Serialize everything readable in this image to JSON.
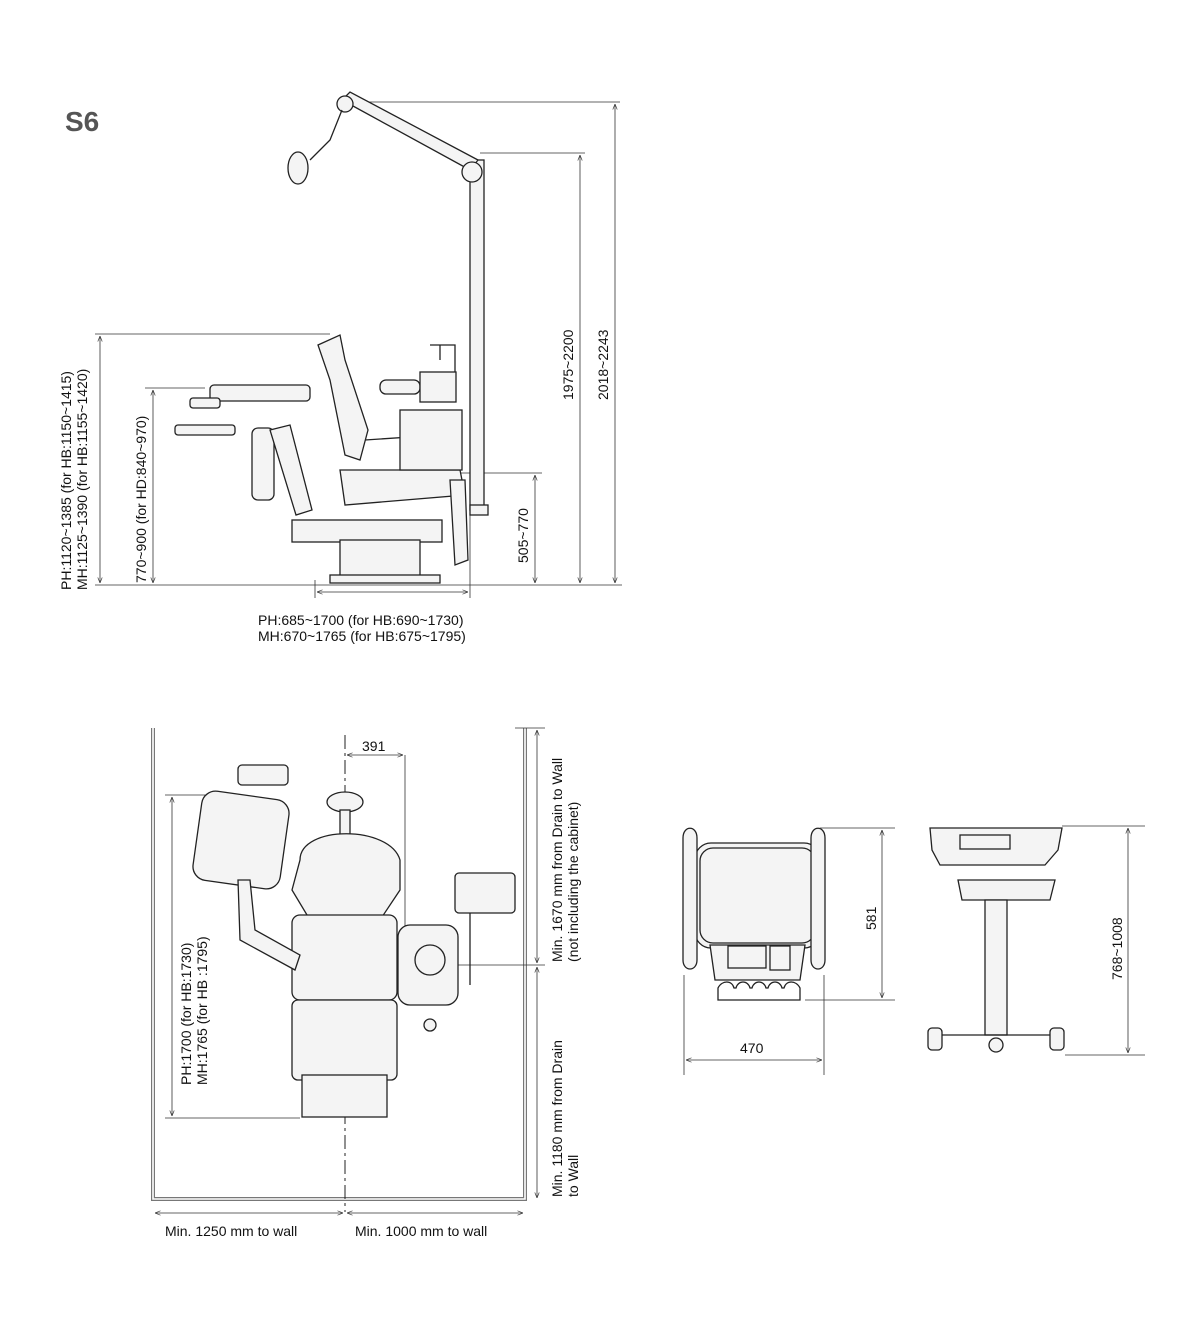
{
  "title": "S6",
  "side_view": {
    "height_patient_chair": [
      "PH:1120~1385 (for HB:1150~1415)",
      "MH:1125~1390 (for HB:1155~1420)"
    ],
    "height_tray": "770~900 (for HD:840~970)",
    "height_cuspidor": "505~770",
    "height_pole": "1975~2200",
    "height_light": "2018~2243",
    "depth": [
      "PH:685~1700 (for HB:690~1730)",
      "MH:670~1765 (for HB:675~1795)"
    ]
  },
  "floor_plan": {
    "offset": "391",
    "length": [
      "PH:1700 (for HB:1730)",
      "MH:1765 (for HB :1795)"
    ],
    "drain_to_wall_top": [
      "Min. 1670 mm from Drain to Wall",
      "(not including the cabinet)"
    ],
    "drain_to_wall_bottom": [
      "Min. 1180 mm from Drain",
      "to Wall"
    ],
    "left_clearance": "Min. 1250 mm to wall",
    "right_clearance": "Min. 1000 mm to wall"
  },
  "cart": {
    "depth": "581",
    "width": "470",
    "height": "768~1008"
  }
}
